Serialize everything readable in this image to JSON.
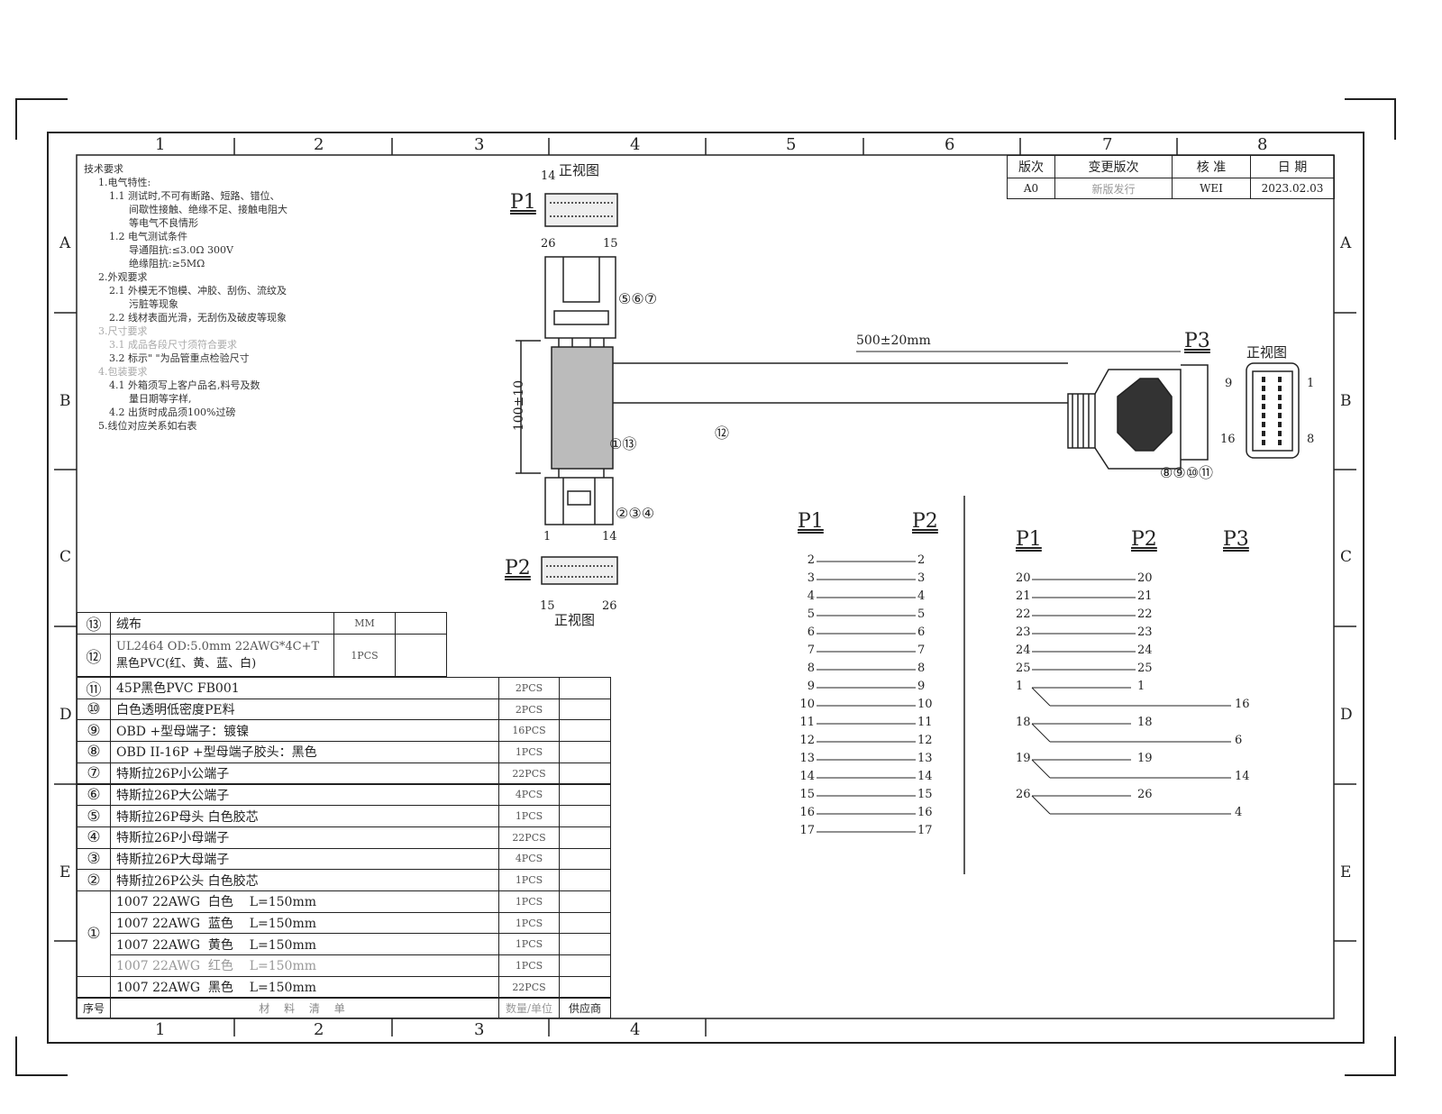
{
  "zones": {
    "cols": [
      "1",
      "2",
      "3",
      "4",
      "5",
      "6",
      "7",
      "8"
    ],
    "rows": [
      "A",
      "B",
      "C",
      "D",
      "E"
    ]
  },
  "title_block": {
    "headers": [
      "版次",
      "变更版次",
      "核 准",
      "日 期"
    ],
    "values": [
      "A0",
      "新版发行",
      "WEI",
      "2023.02.03"
    ]
  },
  "tech": {
    "lines": [
      "技术要求",
      "1.电气特性:",
      "1.1 测试时,不可有断路、短路、错位、",
      "间歇性接触、绝缘不足、接触电阻大",
      "等电气不良情形",
      "1.2 电气测试条件",
      "导通阻抗:≤3.0Ω 300V",
      "绝缘阻抗:≥5MΩ",
      "2.外观要求",
      "2.1 外模无不饱模、冲胶、刮伤、流纹及",
      "污脏等现象",
      "2.2 线材表面光滑，无刮伤及破皮等现象",
      "3.尺寸要求",
      "3.1 成品各段尺寸须符合要求",
      "3.2 标示\"  \"为品管重点检验尺寸",
      "4.包装要求",
      "4.1 外箱须写上客户品名,料号及数",
      "量日期等字样,",
      "4.2 出货时成品须100%过磅",
      "5.线位对应关系如右表"
    ]
  },
  "drawing": {
    "p1": "P1",
    "p2": "P2",
    "p3": "P3",
    "front_view": "正视图",
    "p1_pin_top": "14",
    "p1_pin_bl": "26",
    "p1_pin_br": "15",
    "p2_pin_tl": "1",
    "p2_pin_tr": "14",
    "p2_pin_bl": "15",
    "p2_pin_br": "26",
    "callout_567": "⑤⑥⑦",
    "callout_1_13": "①⑬",
    "callout_234": "②③④",
    "callout_12": "⑫",
    "callout_891011": "⑧⑨⑩⑪",
    "dim_length": "500±20mm",
    "dim_height": "100±10",
    "obd_pins": {
      "tl": "9",
      "tr": "1",
      "bl": "16",
      "br": "8"
    }
  },
  "wiring_left": {
    "h1": "P1",
    "h2": "P2",
    "pins": [
      "2",
      "3",
      "4",
      "5",
      "6",
      "7",
      "8",
      "9",
      "10",
      "11",
      "12",
      "13",
      "14",
      "15",
      "16",
      "17"
    ]
  },
  "wiring_right": {
    "h1": "P1",
    "h2": "P2",
    "h3": "P3",
    "straight": [
      "20",
      "21",
      "22",
      "23",
      "24",
      "25"
    ],
    "cross": [
      {
        "p1": "1",
        "p2": "1",
        "p3": "16"
      },
      {
        "p1": "18",
        "p2": "18",
        "p3": "6"
      },
      {
        "p1": "19",
        "p2": "19",
        "p3": "14"
      },
      {
        "p1": "26",
        "p2": "26",
        "p3": "4"
      }
    ]
  },
  "bom_upper": [
    {
      "no": "⑬",
      "desc": "绒布",
      "qty": "MM"
    },
    {
      "no": "⑫",
      "desc": "UL2464 OD:5.0mm 22AWG*4C+T",
      "desc2": "黑色PVC(红、黄、蓝、白)",
      "qty": "1PCS"
    }
  ],
  "bom": [
    {
      "no": "⑪",
      "desc": "45P黑色PVC FB001",
      "qty": "2PCS"
    },
    {
      "no": "⑩",
      "desc": "白色透明低密度PE料",
      "qty": "2PCS"
    },
    {
      "no": "⑨",
      "desc": "OBD +型母端子：镀镍",
      "qty": "16PCS"
    },
    {
      "no": "⑧",
      "desc": "OBD II-16P +型母端子胶头：黑色",
      "qty": "1PCS"
    },
    {
      "no": "⑦",
      "desc": "特斯拉26P小公端子",
      "qty": "22PCS"
    },
    {
      "no": "⑥",
      "desc": "特斯拉26P大公端子",
      "qty": "4PCS"
    },
    {
      "no": "⑤",
      "desc": "特斯拉26P母头 白色胶芯",
      "qty": "1PCS"
    },
    {
      "no": "④",
      "desc": "特斯拉26P小母端子",
      "qty": "22PCS"
    },
    {
      "no": "③",
      "desc": "特斯拉26P大母端子",
      "qty": "4PCS"
    },
    {
      "no": "②",
      "desc": "特斯拉26P公头 白色胶芯",
      "qty": "1PCS"
    }
  ],
  "bom_wires": {
    "no": "①",
    "rows": [
      {
        "desc": "1007 22AWG  白色    L=150mm",
        "qty": "1PCS"
      },
      {
        "desc": "1007 22AWG  蓝色    L=150mm",
        "qty": "1PCS"
      },
      {
        "desc": "1007 22AWG  黄色    L=150mm",
        "qty": "1PCS"
      },
      {
        "desc": "1007 22AWG  红色    L=150mm",
        "qty": "1PCS"
      },
      {
        "desc": "1007 22AWG  黑色    L=150mm",
        "qty": "22PCS"
      }
    ]
  },
  "bom_footer": {
    "no": "序号",
    "desc": "材 料 清 单",
    "qty": "数量/单位",
    "supplier": "供应商"
  }
}
